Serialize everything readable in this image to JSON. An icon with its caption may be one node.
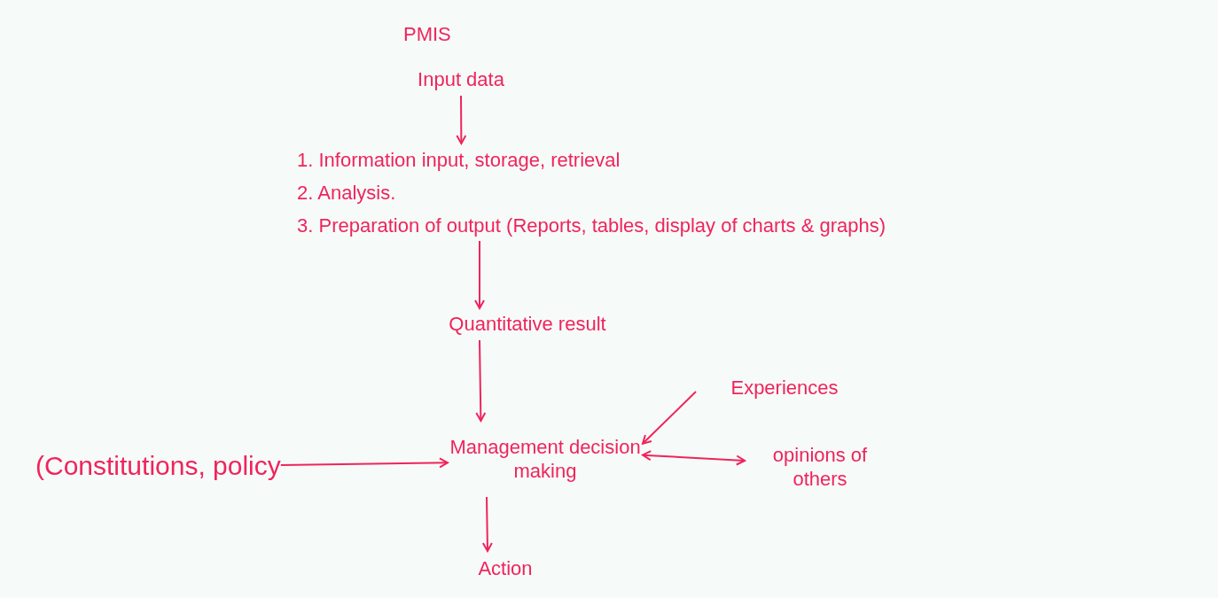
{
  "diagram": {
    "title": "PMIS",
    "nodes": [
      {
        "text": [
          "Input data"
        ]
      },
      {
        "text": [
          "1. Information input, storage, retrieval",
          "2. Analysis.",
          "3. Preparation of output (Reports, tables, display of charts & graphs)"
        ]
      },
      {
        "text": [
          "Quantitative result"
        ]
      },
      {
        "text": [
          "Management decision making"
        ]
      },
      {
        "text": [
          "(Constitutions, policy"
        ]
      },
      {
        "text": [
          "Experiences"
        ]
      },
      {
        "text": [
          "opinions of others"
        ]
      },
      {
        "text": [
          "Action"
        ]
      }
    ],
    "edges": [
      {
        "from": 0,
        "to": 1,
        "arrow": "to"
      },
      {
        "from": 1,
        "to": 2,
        "arrow": "to"
      },
      {
        "from": 2,
        "to": 3,
        "arrow": "to"
      },
      {
        "from": 4,
        "to": 3,
        "arrow": "to"
      },
      {
        "from": 5,
        "to": 3,
        "arrow": "to"
      },
      {
        "from": 3,
        "to": 6,
        "arrow": "both"
      },
      {
        "from": 3,
        "to": 7,
        "arrow": "to"
      }
    ]
  }
}
